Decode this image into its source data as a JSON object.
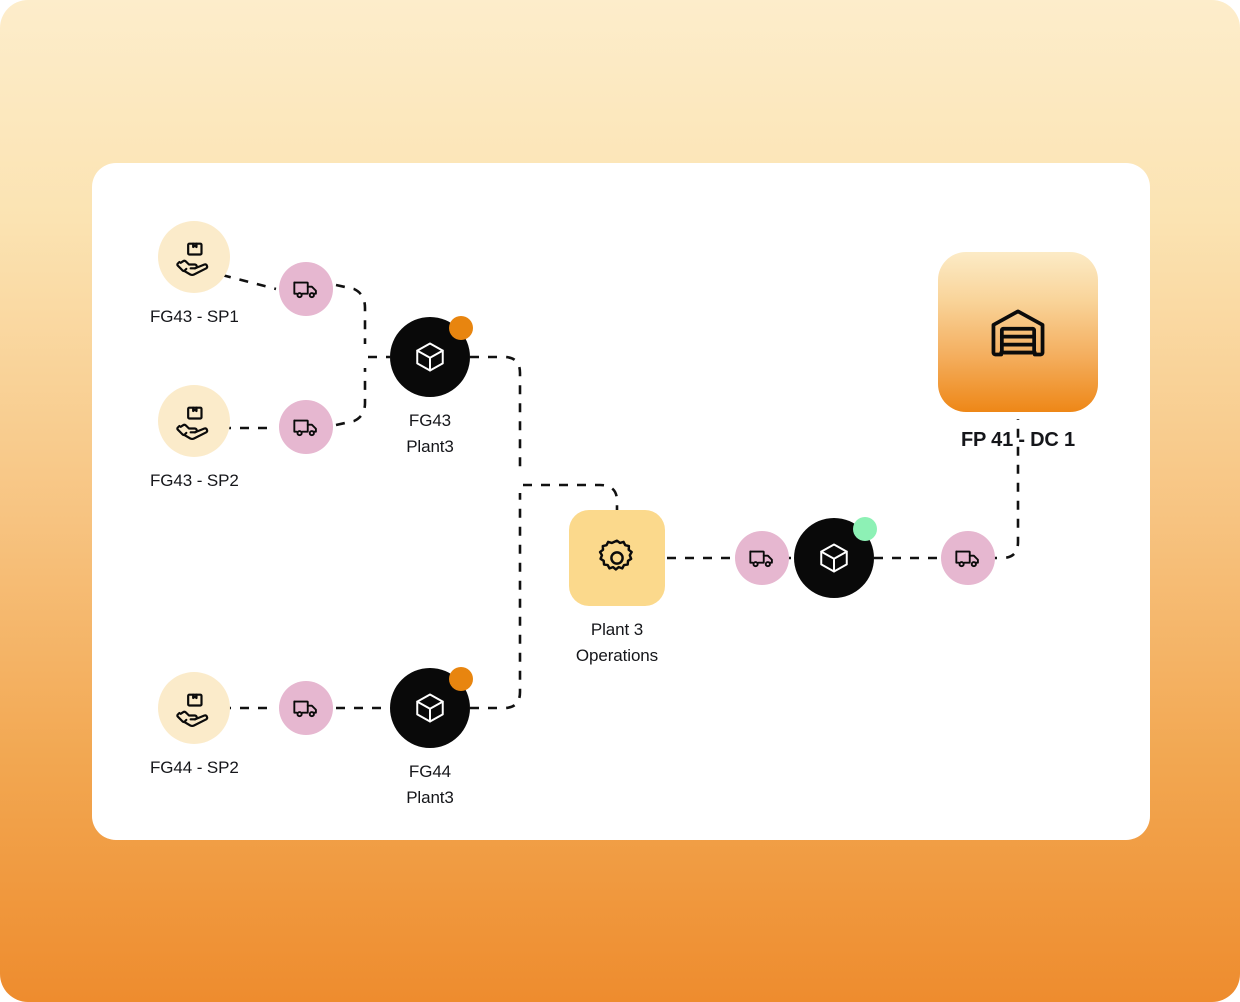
{
  "theme": {
    "background_gradient_from": "#FDEDCB",
    "background_gradient_to": "#EE8C2E",
    "canvas_background": "#FFFFFF",
    "supplier_color": "#FBEBCA",
    "transport_color": "#E6B7D0",
    "product_color": "#090909",
    "operations_color": "#FBD98C",
    "dc_gradient_from": "#FCEBC6",
    "dc_gradient_to": "#EE8717",
    "badge_orange": "#E8850F",
    "badge_green": "#8DF1B5",
    "edge_color": "#111111",
    "label_color": "#15161A"
  },
  "diagram": {
    "type": "supply-chain-flow",
    "nodes": [
      {
        "id": "fg43-sp1",
        "label": "FG43 - SP1",
        "kind": "supplier",
        "icon": "hand-package-icon",
        "badge": null
      },
      {
        "id": "fg43-sp2",
        "label": "FG43 - SP2",
        "kind": "supplier",
        "icon": "hand-package-icon",
        "badge": null
      },
      {
        "id": "fg44-sp2",
        "label": "FG44 - SP2",
        "kind": "supplier",
        "icon": "hand-package-icon",
        "badge": null
      },
      {
        "id": "truck-1",
        "label": "",
        "kind": "transport",
        "icon": "truck-icon",
        "badge": null
      },
      {
        "id": "truck-2",
        "label": "",
        "kind": "transport",
        "icon": "truck-icon",
        "badge": null
      },
      {
        "id": "truck-3",
        "label": "",
        "kind": "transport",
        "icon": "truck-icon",
        "badge": null
      },
      {
        "id": "truck-4",
        "label": "",
        "kind": "transport",
        "icon": "truck-icon",
        "badge": null
      },
      {
        "id": "truck-5",
        "label": "",
        "kind": "transport",
        "icon": "truck-icon",
        "badge": null
      },
      {
        "id": "fg43-plant3",
        "label": "FG43\nPlant3",
        "kind": "product",
        "icon": "cube-icon",
        "badge": "orange"
      },
      {
        "id": "fg44-plant3",
        "label": "FG44\nPlant3",
        "kind": "product",
        "icon": "cube-icon",
        "badge": "orange"
      },
      {
        "id": "plant3-ops",
        "label": "Plant 3\nOperations",
        "kind": "operations",
        "icon": "gear-icon",
        "badge": null
      },
      {
        "id": "mid-product",
        "label": "",
        "kind": "product",
        "icon": "cube-icon",
        "badge": "green"
      },
      {
        "id": "fp41-dc1",
        "label": "FP 41 - DC 1",
        "kind": "distribution",
        "icon": "warehouse-icon",
        "badge": null
      }
    ],
    "edges": [
      {
        "from": "fg43-sp1",
        "to": "truck-1"
      },
      {
        "from": "truck-1",
        "to": "fg43-plant3"
      },
      {
        "from": "fg43-sp2",
        "to": "truck-2"
      },
      {
        "from": "truck-2",
        "to": "fg43-plant3"
      },
      {
        "from": "fg44-sp2",
        "to": "truck-3"
      },
      {
        "from": "truck-3",
        "to": "fg44-plant3"
      },
      {
        "from": "fg43-plant3",
        "to": "plant3-ops"
      },
      {
        "from": "fg44-plant3",
        "to": "plant3-ops"
      },
      {
        "from": "plant3-ops",
        "to": "truck-4"
      },
      {
        "from": "truck-4",
        "to": "mid-product"
      },
      {
        "from": "mid-product",
        "to": "truck-5"
      },
      {
        "from": "truck-5",
        "to": "fp41-dc1"
      }
    ]
  },
  "labels": {
    "fg43_sp1": "FG43 - SP1",
    "fg43_sp2": "FG43 - SP2",
    "fg44_sp2": "FG44 - SP2",
    "fg43_plant3": "FG43\nPlant3",
    "fg44_plant3": "FG44\nPlant3",
    "plant3_operations": "Plant 3\nOperations",
    "fp41_dc1": "FP 41 - DC 1"
  }
}
